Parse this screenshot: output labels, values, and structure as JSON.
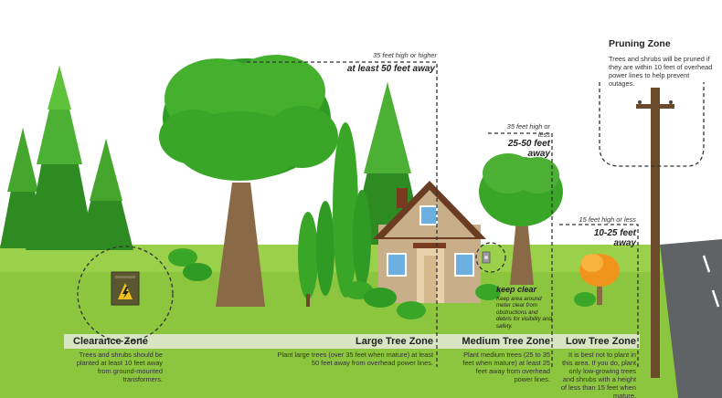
{
  "zones": {
    "clearance": {
      "title": "Clearance Zone",
      "description": "Trees and shrubs should be planted at least 10 feet away from ground-mounted transformers."
    },
    "large": {
      "title": "Large Tree Zone",
      "description": "Plant large trees (over 35 feet when mature) at least 50 feet away from overhead power lines.",
      "height_note": "35 feet high or higher",
      "distance": "at least 50 feet away"
    },
    "medium": {
      "title": "Medium Tree Zone",
      "description": "Plant medium trees (25 to 35 feet when mature) at least 25 feet away from overhead power lines.",
      "height_note": "35 feet high or less",
      "distance": "25-50 feet away"
    },
    "low": {
      "title": "Low Tree Zone",
      "description": "It is best not to plant in this area. If you do, plant only low-growing trees and shrubs with a height of less than 15 feet when mature.",
      "height_note": "15 feet high or less",
      "distance": "10-25 feet away"
    },
    "pruning": {
      "title": "Pruning Zone",
      "description": "Trees and shrubs will be pruned if they are within 10 feet of overhead power lines to help prevent outages."
    }
  },
  "keep_clear": {
    "title": "keep clear",
    "description": "Keep area around meter clear from obstructions and debris for visibility and safety."
  },
  "colors": {
    "grass": "#8cc63f",
    "grass_band": "#e8f3d4",
    "tree_green": "#3fae2a",
    "pine_green": "#2e8b22",
    "trunk": "#8a6a46",
    "pole": "#6b4a2b",
    "road": "#5f6366",
    "autumn": "#f0941d"
  },
  "icons": [
    "transformer-icon",
    "lightning-icon",
    "meter-icon"
  ]
}
